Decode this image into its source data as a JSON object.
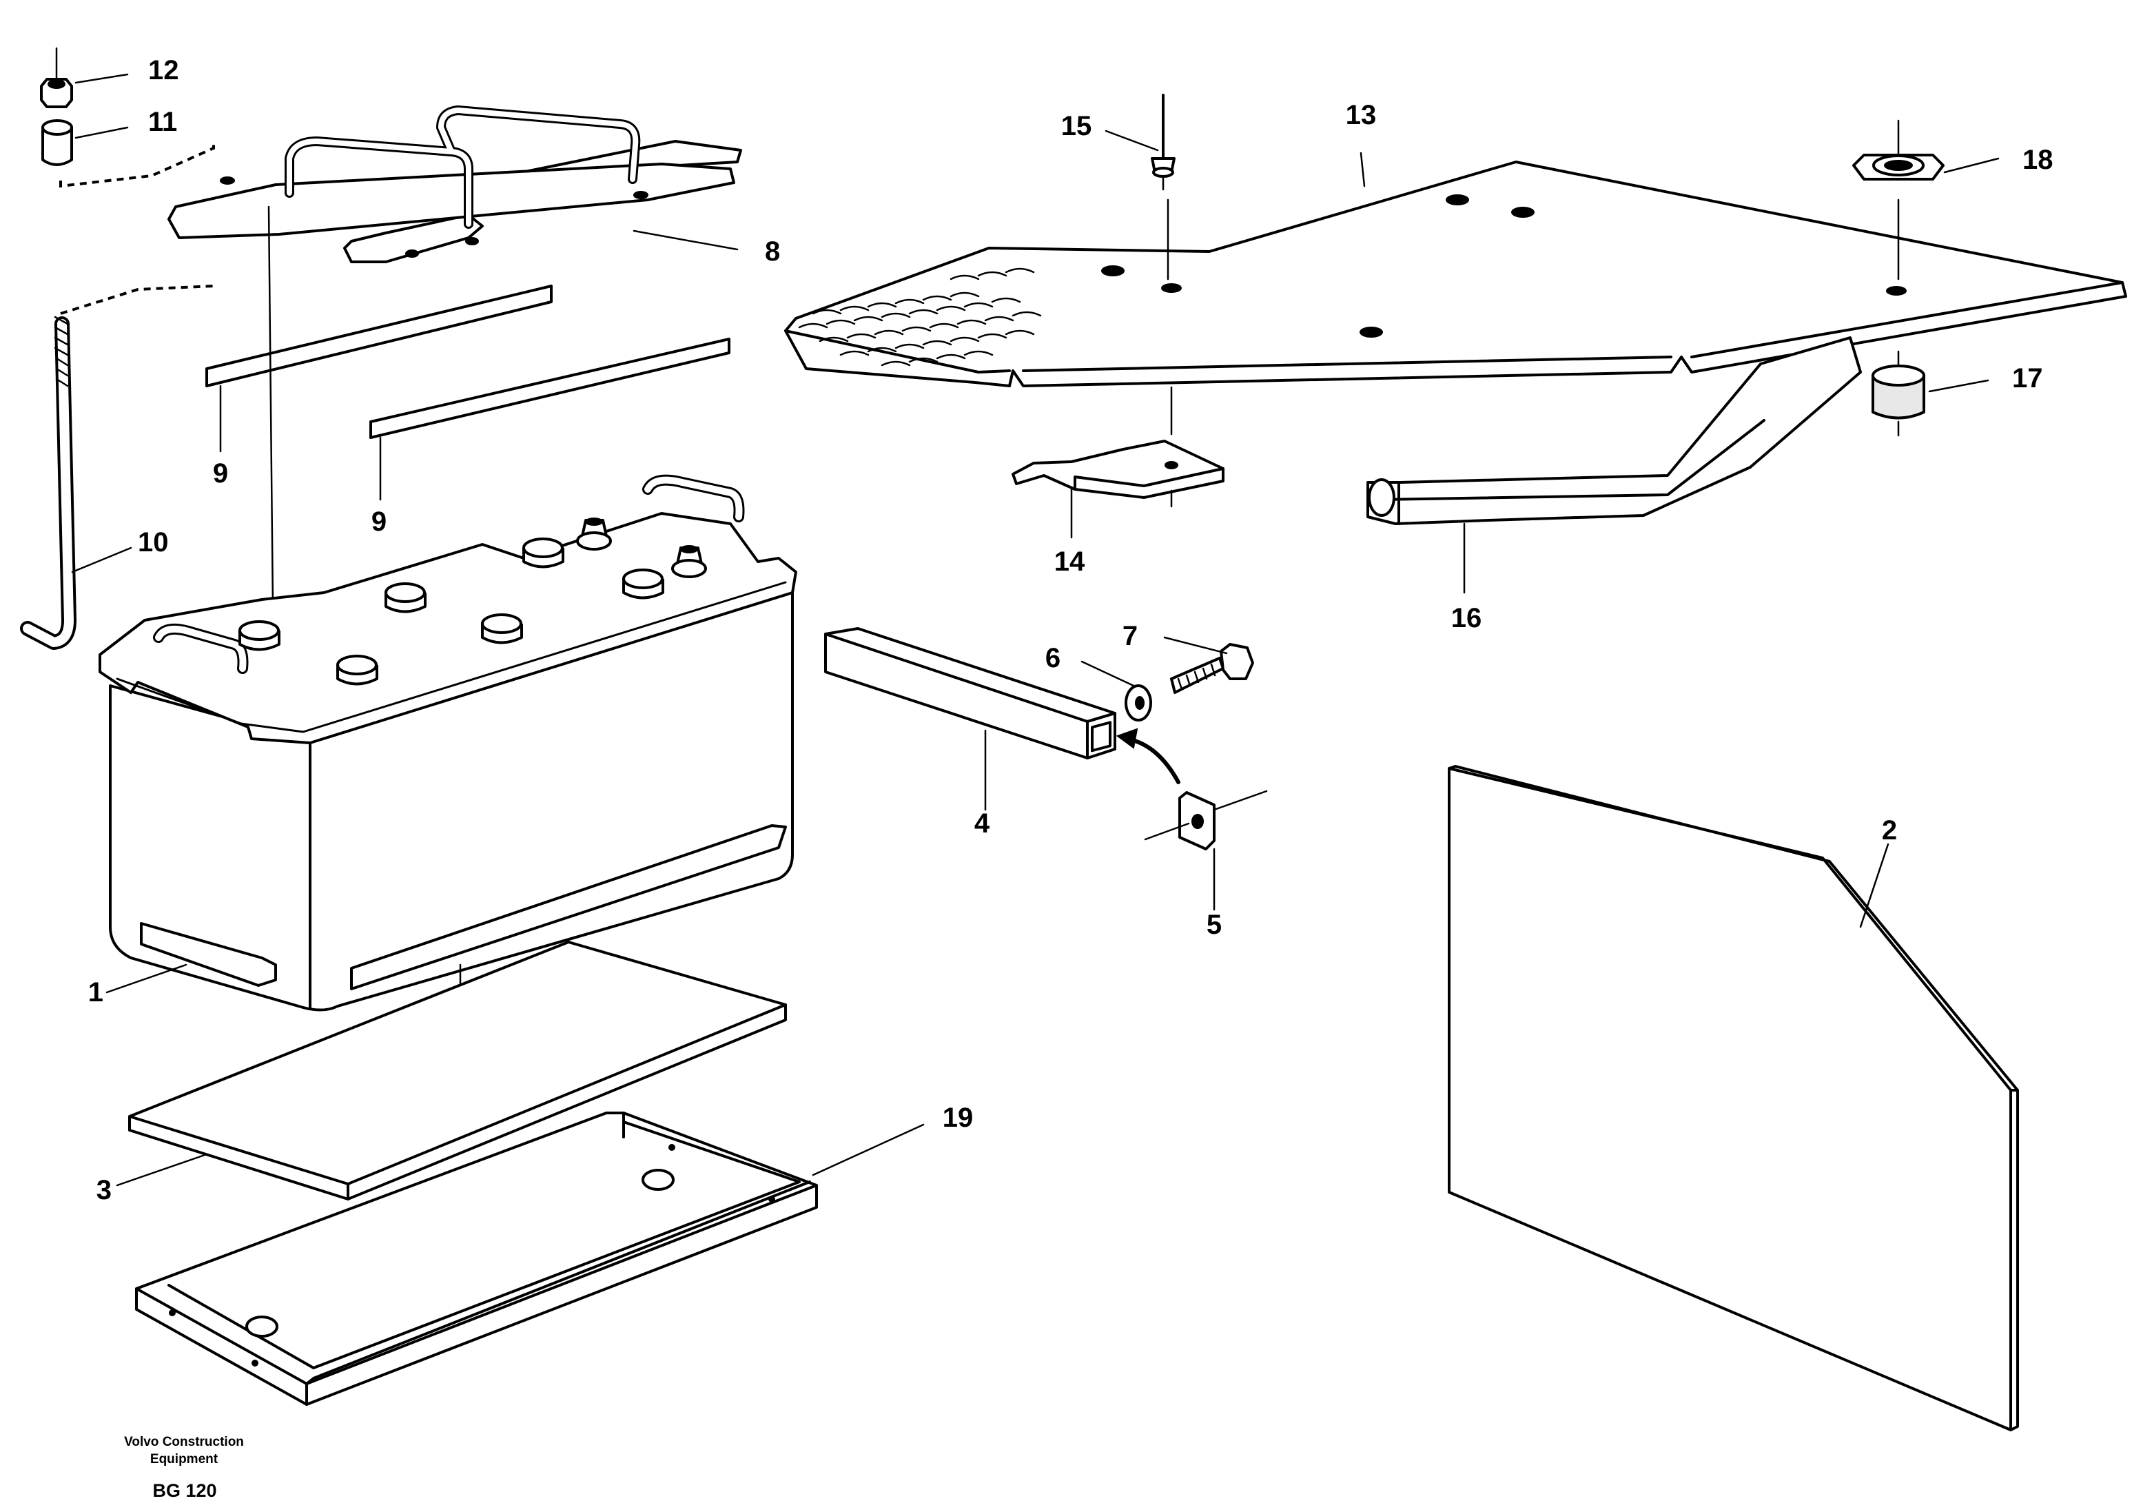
{
  "diagram": {
    "footer": {
      "company_line1": "Volvo Construction",
      "company_line2": "Equipment",
      "code": "BG 120"
    },
    "callouts": {
      "part_1": "1",
      "part_2": "2",
      "part_3": "3",
      "part_4": "4",
      "part_5": "5",
      "part_6": "6",
      "part_7": "7",
      "part_8": "8",
      "part_9a": "9",
      "part_9b": "9",
      "part_10": "10",
      "part_11": "11",
      "part_12": "12",
      "part_13": "13",
      "part_14": "14",
      "part_15": "15",
      "part_16": "16",
      "part_17": "17",
      "part_18": "18",
      "part_19": "19"
    }
  }
}
